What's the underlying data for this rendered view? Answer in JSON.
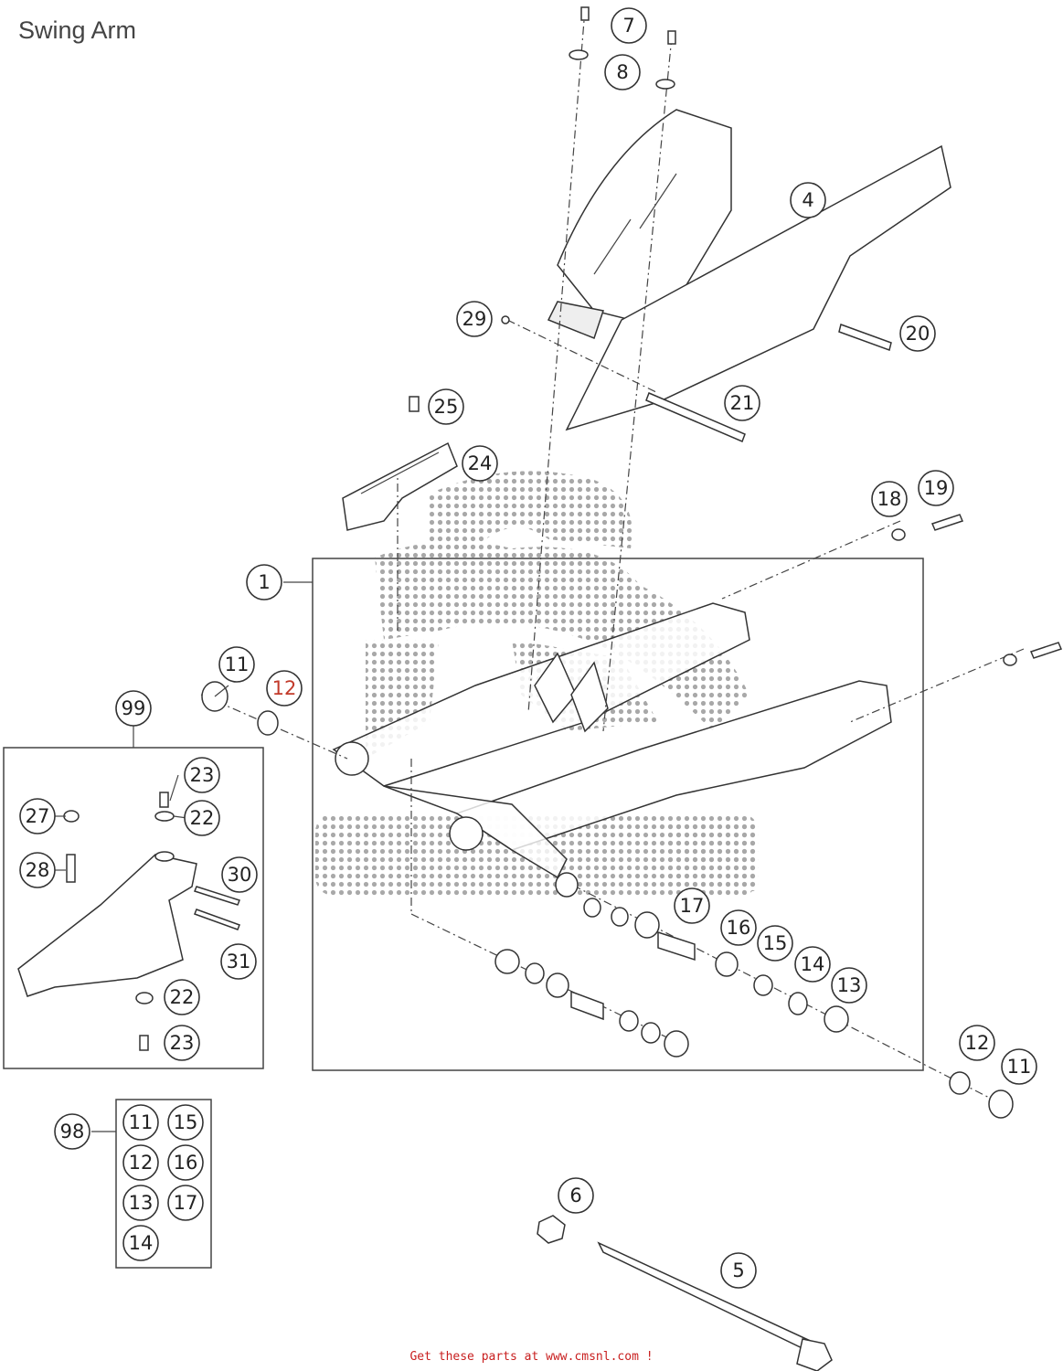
{
  "title": "Swing Arm",
  "footer_text": "Get these parts at www.cmsnl.com !",
  "callouts": [
    {
      "key": "c7",
      "label": "7"
    },
    {
      "key": "c8",
      "label": "8"
    },
    {
      "key": "c4",
      "label": "4"
    },
    {
      "key": "c29",
      "label": "29"
    },
    {
      "key": "c20",
      "label": "20"
    },
    {
      "key": "c21",
      "label": "21"
    },
    {
      "key": "c25",
      "label": "25"
    },
    {
      "key": "c24",
      "label": "24"
    },
    {
      "key": "c18",
      "label": "18"
    },
    {
      "key": "c19",
      "label": "19"
    },
    {
      "key": "c1",
      "label": "1"
    },
    {
      "key": "c11a",
      "label": "11"
    },
    {
      "key": "c12a",
      "label": "12"
    },
    {
      "key": "c99",
      "label": "99"
    },
    {
      "key": "c23a",
      "label": "23"
    },
    {
      "key": "c27",
      "label": "27"
    },
    {
      "key": "c22a",
      "label": "22"
    },
    {
      "key": "c28",
      "label": "28"
    },
    {
      "key": "c30",
      "label": "30"
    },
    {
      "key": "c31",
      "label": "31"
    },
    {
      "key": "c22b",
      "label": "22"
    },
    {
      "key": "c23b",
      "label": "23"
    },
    {
      "key": "c17",
      "label": "17"
    },
    {
      "key": "c16",
      "label": "16"
    },
    {
      "key": "c15",
      "label": "15"
    },
    {
      "key": "c14",
      "label": "14"
    },
    {
      "key": "c13",
      "label": "13"
    },
    {
      "key": "c12b",
      "label": "12"
    },
    {
      "key": "c11b",
      "label": "11"
    },
    {
      "key": "c98",
      "label": "98"
    },
    {
      "key": "k11",
      "label": "11"
    },
    {
      "key": "k15",
      "label": "15"
    },
    {
      "key": "k12",
      "label": "12"
    },
    {
      "key": "k16",
      "label": "16"
    },
    {
      "key": "k13",
      "label": "13"
    },
    {
      "key": "k17",
      "label": "17"
    },
    {
      "key": "k14",
      "label": "14"
    },
    {
      "key": "c6",
      "label": "6"
    },
    {
      "key": "c5",
      "label": "5"
    }
  ]
}
